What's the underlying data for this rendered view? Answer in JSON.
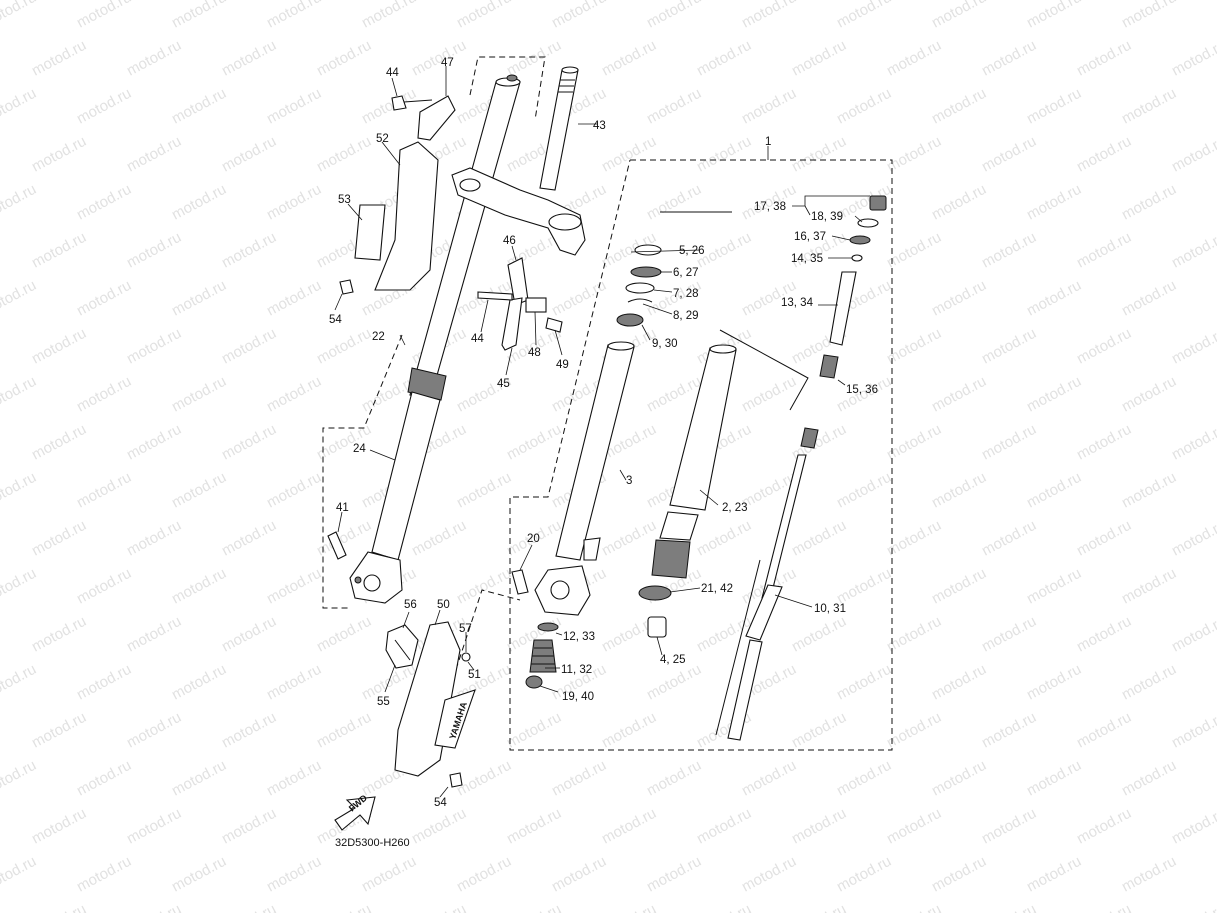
{
  "watermark": "motod.ru",
  "diagram_code": "32D5300-H260",
  "fwd_label": "FWD",
  "brand_decal": "YAMAHA",
  "callouts": {
    "c1": "1",
    "c2_23": "2, 23",
    "c3": "3",
    "c4_25": "4, 25",
    "c5_26": "5, 26",
    "c6_27": "6, 27",
    "c7_28": "7, 28",
    "c8_29": "8, 29",
    "c9_30": "9, 30",
    "c10_31": "10, 31",
    "c11_32": "11, 32",
    "c12_33": "12, 33",
    "c13_34": "13, 34",
    "c14_35": "14, 35",
    "c15_36": "15, 36",
    "c16_37": "16, 37",
    "c17_38": "17, 38",
    "c18_39": "18, 39",
    "c19_40": "19, 40",
    "c20": "20",
    "c21_42": "21, 42",
    "c22": "22",
    "c24": "24",
    "c41": "41",
    "c43": "43",
    "c44a": "44",
    "c44b": "44",
    "c45": "45",
    "c46": "46",
    "c47": "47",
    "c48": "48",
    "c49": "49",
    "c50": "50",
    "c51": "51",
    "c52": "52",
    "c53": "53",
    "c54a": "54",
    "c54b": "54",
    "c55": "55",
    "c56": "56",
    "c57": "57"
  }
}
